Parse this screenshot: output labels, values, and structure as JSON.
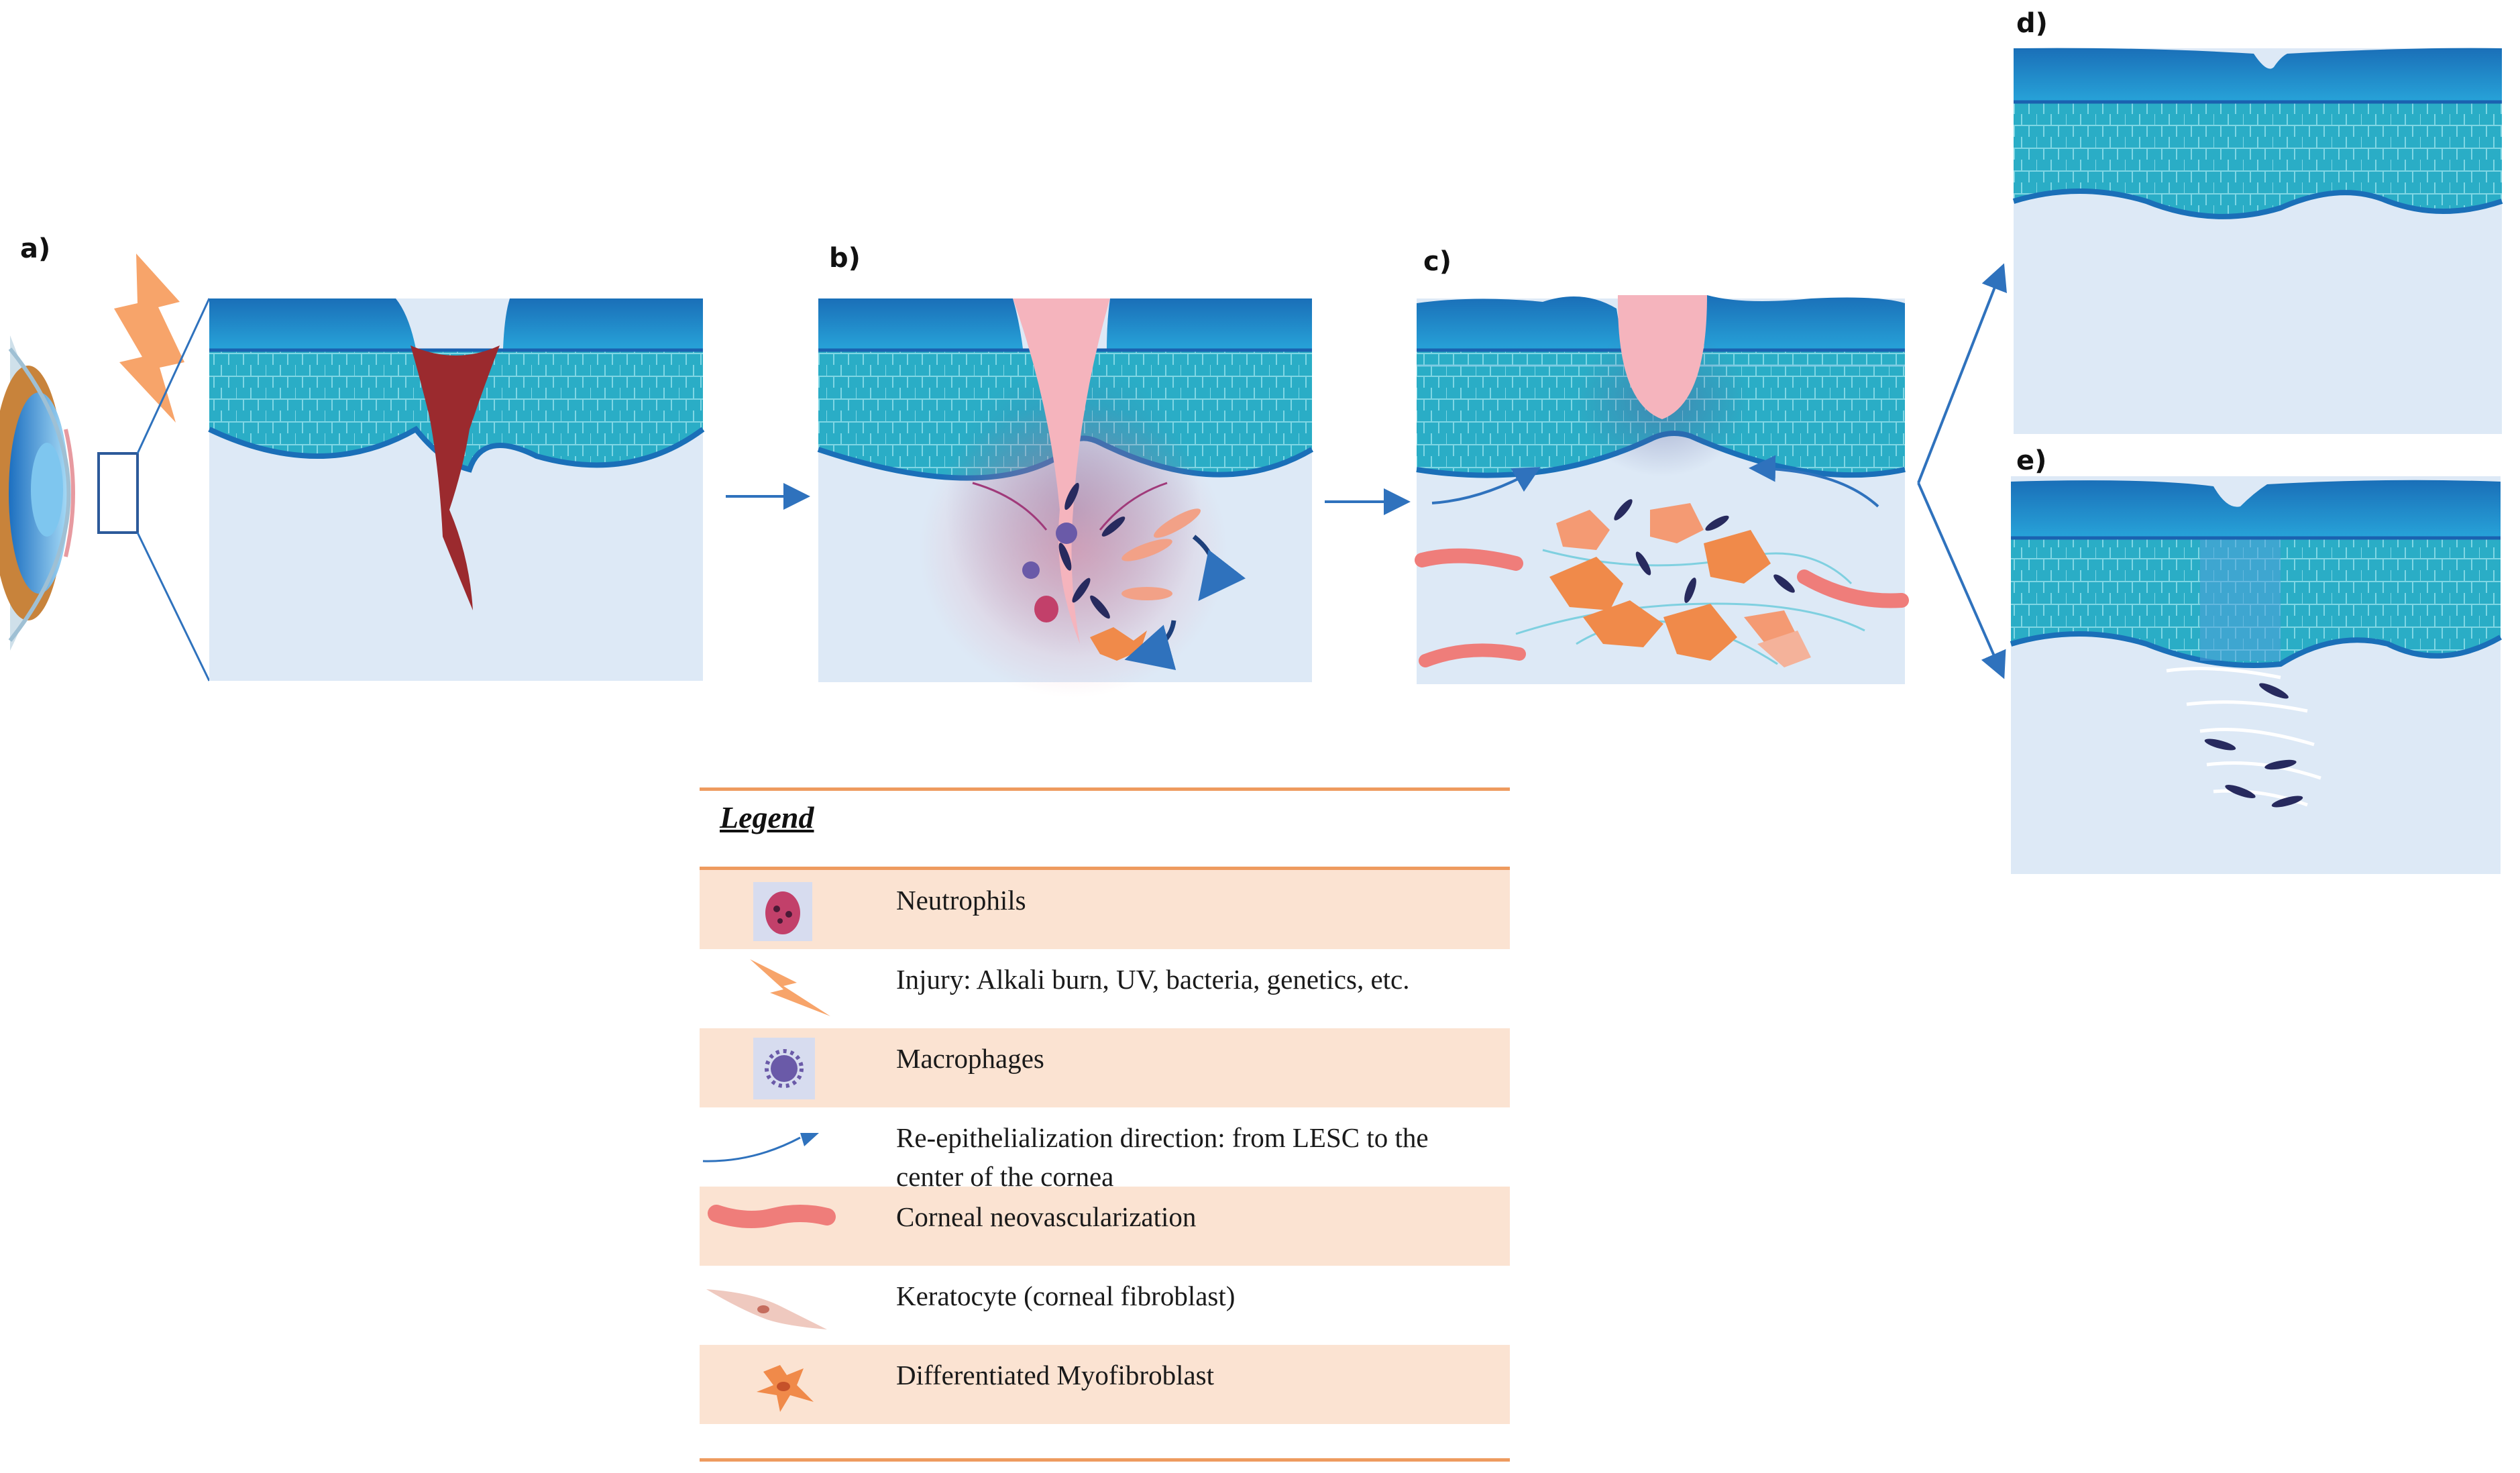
{
  "panels": {
    "a": "a)",
    "b": "b)",
    "c": "c)",
    "d": "d)",
    "e": "e)"
  },
  "legend": {
    "title": "Legend",
    "items": [
      {
        "icon": "neutrophil-icon",
        "label": "Neutrophils"
      },
      {
        "icon": "injury-lightning-icon",
        "label": "Injury: Alkali burn, UV, bacteria, genetics, etc."
      },
      {
        "icon": "macrophage-icon",
        "label": "Macrophages"
      },
      {
        "icon": "reepithelialization-arrow-icon",
        "label": "Re-epithelialization direction: from LESC to the center of the cornea"
      },
      {
        "icon": "neovascularization-icon",
        "label": "Corneal neovascularization"
      },
      {
        "icon": "keratocyte-icon",
        "label": "Keratocyte (corneal fibroblast)"
      },
      {
        "icon": "myofibroblast-icon",
        "label": "Differentiated Myofibroblast"
      }
    ]
  },
  "colors": {
    "epithelium_top": "#1b7fc6",
    "epithelium_cells": "#2ab0c9",
    "stroma": "#dde9f6",
    "wound": "#9b2a2e",
    "inflammation": "#f5a9b3",
    "arrow": "#2f72bd",
    "legend_line": "#ee9b5f",
    "legend_shade": "#fbe3d2"
  }
}
